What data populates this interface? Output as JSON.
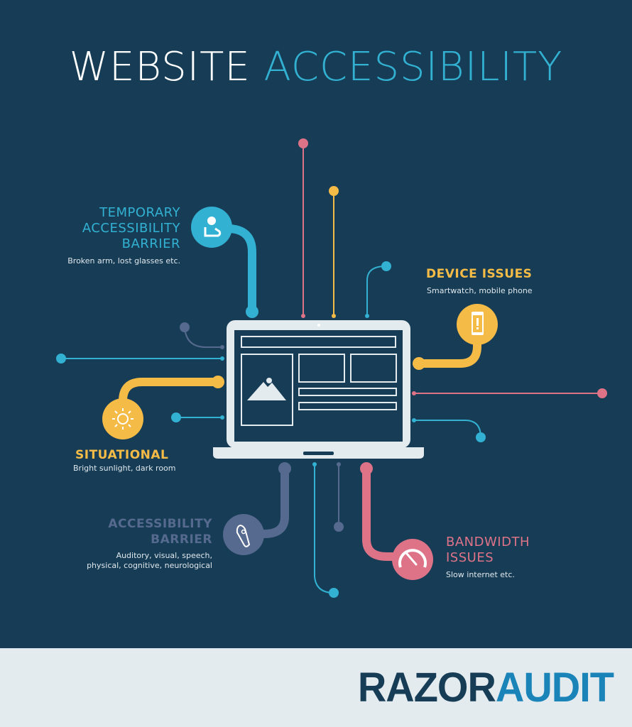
{
  "title": {
    "part1": "WEBSITE",
    "part2": "ACCESSIBILITY"
  },
  "colors": {
    "background": "#173d56",
    "footer": "#e4ebef",
    "blue": "#32b1d2",
    "yellow": "#f5bb47",
    "pink": "#de7388",
    "slate": "#556a8e",
    "laptop": "#e4ebef"
  },
  "categories": [
    {
      "id": "temporary",
      "title_lines": [
        "TEMPORARY",
        "ACCESSIBILITY",
        "BARRIER"
      ],
      "description": "Broken arm, lost glasses etc.",
      "icon": "arm-sling-icon",
      "color": "#32b1d2"
    },
    {
      "id": "device",
      "title_lines": [
        "DEVICE ISSUES"
      ],
      "description": "Smartwatch, mobile phone",
      "icon": "mobile-phone-icon",
      "color": "#f5bb47"
    },
    {
      "id": "situational",
      "title_lines": [
        "SITUATIONAL"
      ],
      "description": "Bright sunlight, dark room",
      "icon": "sun-icon",
      "color": "#f5bb47"
    },
    {
      "id": "accessibility",
      "title_lines": [
        "ACCESSIBILITY",
        "BARRIER"
      ],
      "description_lines": [
        "Auditory, visual, speech,",
        "physical, cognitive, neurological"
      ],
      "icon": "hearing-aid-icon",
      "color": "#556a8e"
    },
    {
      "id": "bandwidth",
      "title_lines": [
        "BANDWIDTH",
        "ISSUES"
      ],
      "description": "Slow internet etc.",
      "icon": "speedometer-icon",
      "color": "#de7388"
    }
  ],
  "center_icon": "laptop-webpage-icon",
  "logo": {
    "part1": "RAZOR",
    "part2": "AUDIT"
  }
}
